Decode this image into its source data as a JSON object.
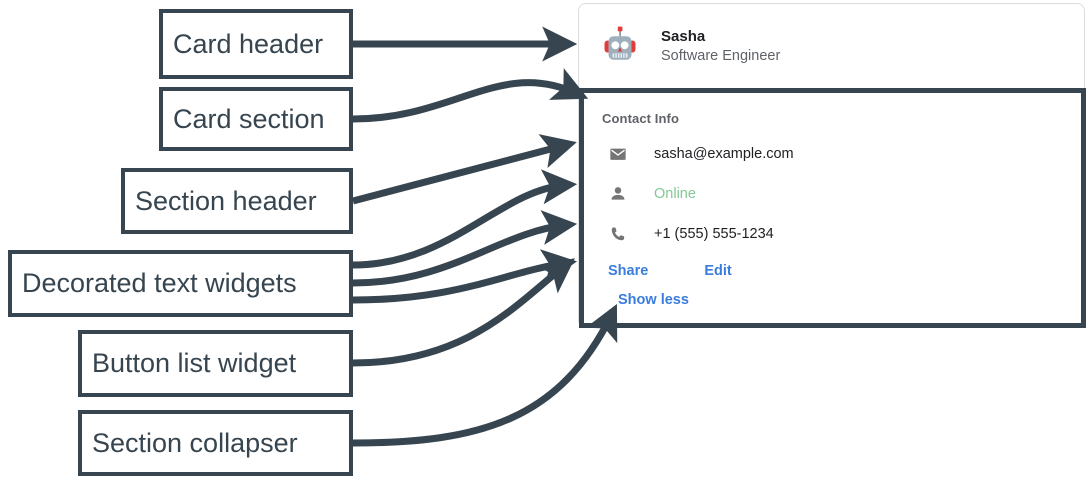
{
  "annotations": [
    {
      "id": "card-header",
      "label": "Card header"
    },
    {
      "id": "card-section",
      "label": "Card section"
    },
    {
      "id": "section-header",
      "label": "Section header"
    },
    {
      "id": "decorated-text",
      "label": "Decorated text widgets"
    },
    {
      "id": "button-list",
      "label": "Button list widget"
    },
    {
      "id": "section-collapser",
      "label": "Section collapser"
    }
  ],
  "card": {
    "header": {
      "avatar_icon": "robot-avatar",
      "name": "Sasha",
      "subtitle": "Software Engineer"
    },
    "section": {
      "header": "Contact Info",
      "rows": [
        {
          "icon": "email-icon",
          "text": "sasha@example.com",
          "color": "#202124"
        },
        {
          "icon": "person-icon",
          "text": "Online",
          "color": "#81c995"
        },
        {
          "icon": "phone-icon",
          "text": "+1 (555) 555-1234",
          "color": "#202124"
        }
      ],
      "buttons": [
        "Share",
        "Edit"
      ],
      "collapser": "Show less"
    }
  },
  "colors": {
    "annotation_stroke": "#36454f",
    "card_border": "#dadce0",
    "link_blue": "#3b7ddd",
    "status_green": "#81c995",
    "muted_gray": "#5f6368",
    "icon_gray": "#757575",
    "text_dark": "#202124"
  }
}
